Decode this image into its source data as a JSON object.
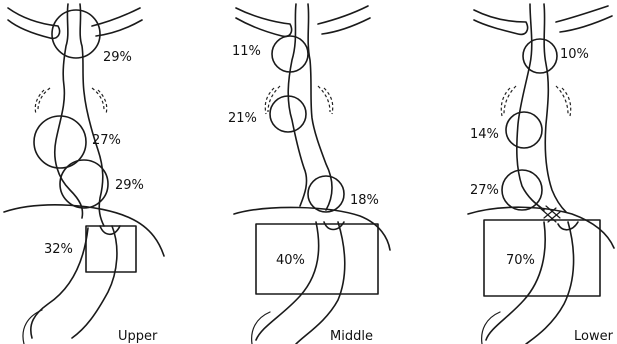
{
  "panels": [
    {
      "caption": "Upper",
      "labels": [
        "29%",
        "27%",
        "29%",
        "32%"
      ]
    },
    {
      "caption": "Middle",
      "labels": [
        "11%",
        "21%",
        "18%",
        "40%"
      ]
    },
    {
      "caption": "Lower",
      "labels": [
        "10%",
        "14%",
        "27%",
        "70%"
      ]
    }
  ]
}
